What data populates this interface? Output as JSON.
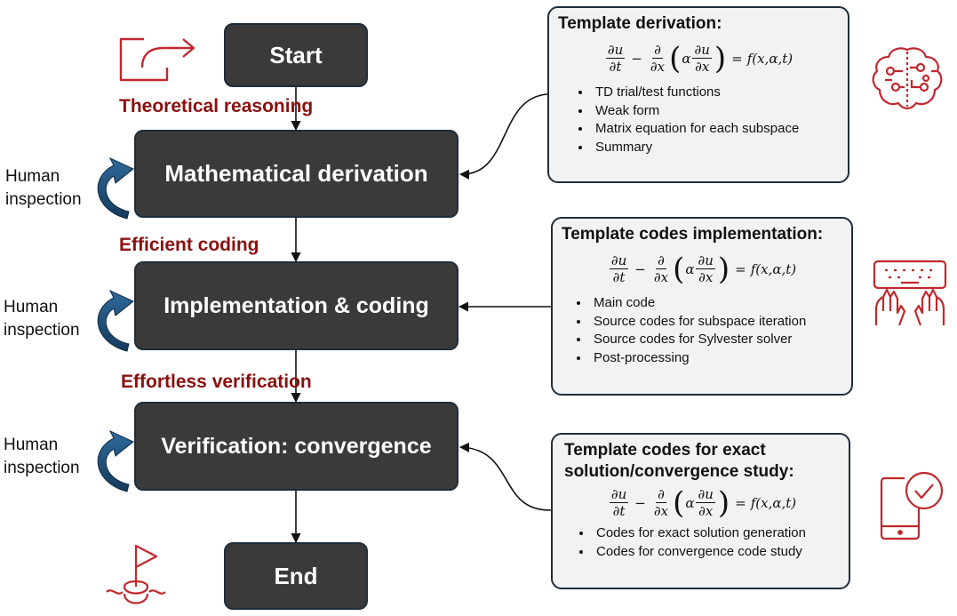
{
  "flow": {
    "start": "Start",
    "math": "Mathematical derivation",
    "impl": "Implementation & coding",
    "verif": "Verification: convergence",
    "end": "End"
  },
  "stages": {
    "theoretical": "Theoretical reasoning",
    "efficient": "Efficient coding",
    "effortless": "Effortless verification"
  },
  "human": {
    "line1": "Human",
    "line2": "inspection"
  },
  "equation": {
    "du": "∂u",
    "dt": "∂t",
    "d": "∂",
    "dx": "∂x",
    "minus": "−",
    "alpha": "α",
    "eq": "=",
    "rhs": "f(x,α,t)"
  },
  "templates": [
    {
      "title": "Template derivation:",
      "items": [
        "TD trial/test functions",
        "Weak form",
        "Matrix equation for each subspace",
        "Summary"
      ]
    },
    {
      "title": "Template codes implementation:",
      "items": [
        "Main code",
        "Source codes for subspace iteration",
        "Source codes for Sylvester solver",
        "Post-processing"
      ]
    },
    {
      "title": "Template codes for exact solution/convergence study:",
      "items": [
        "Codes for exact solution generation",
        "Codes for convergence code study"
      ]
    }
  ],
  "icons": {
    "start": "start-arrow-icon",
    "brain": "brain-icon",
    "keyboard": "keyboard-hands-icon",
    "phone": "phone-check-icon",
    "end": "finish-flag-icon",
    "loop": "loop-arrow-icon"
  },
  "colors": {
    "node": "#3a3a3a",
    "stage": "#8b1010",
    "iconRed": "#c0282d",
    "loopBlue": "#1f4e79",
    "panel": "#f2f2f2"
  }
}
